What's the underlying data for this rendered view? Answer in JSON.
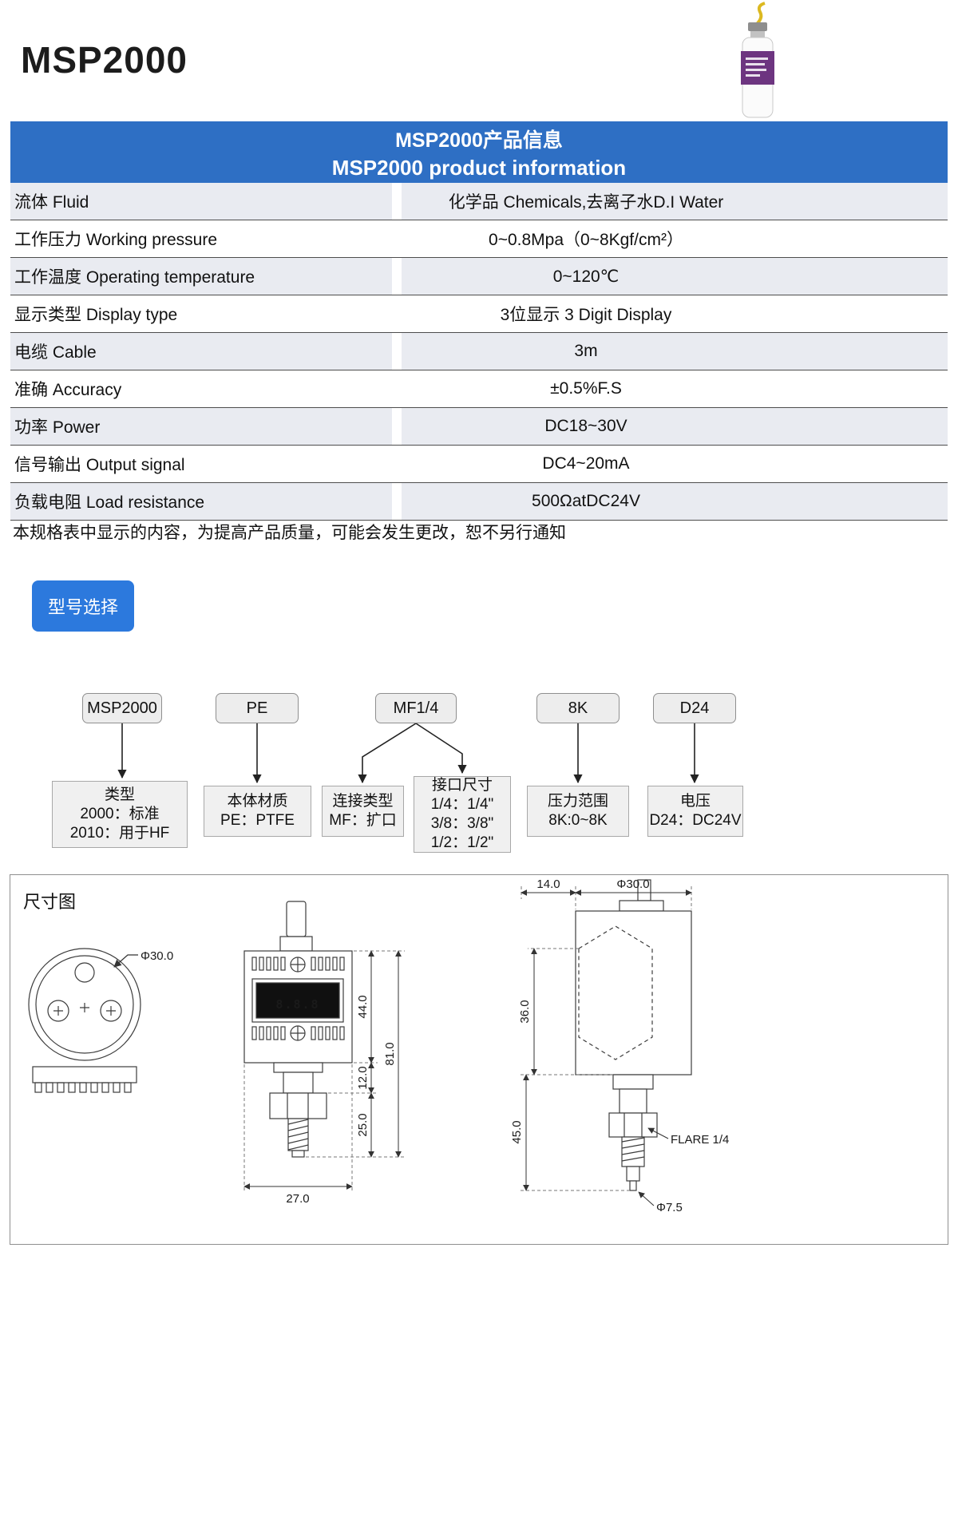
{
  "page": {
    "title": "MSP2000"
  },
  "header": {
    "line1": "MSP2000产品信息",
    "line2": "MSP2000 product information"
  },
  "spec_table": {
    "rows": [
      {
        "label": "流体 Fluid",
        "value": "化学品 Chemicals,去离子水D.I Water"
      },
      {
        "label": "工作压力 Working pressure",
        "value": "0~0.8Mpa（0~8Kgf/cm²）"
      },
      {
        "label": "工作温度 Operating temperature",
        "value": "0~120℃"
      },
      {
        "label": "显示类型 Display type",
        "value": "3位显示 3 Digit Display"
      },
      {
        "label": "电缆 Cable",
        "value": "3m"
      },
      {
        "label": "准确 Accuracy",
        "value": "±0.5%F.S"
      },
      {
        "label": "功率 Power",
        "value": "DC18~30V"
      },
      {
        "label": "信号输出 Output signal",
        "value": "DC4~20mA"
      },
      {
        "label": "负载电阻 Load resistance",
        "value": "500ΩatDC24V"
      }
    ]
  },
  "note": "本规格表中显示的内容，为提高产品质量，可能会发生更改，恕不另行通知",
  "model_button": "型号选择",
  "model_diagram": {
    "codes": [
      "MSP2000",
      "PE",
      "MF1/4",
      "8K",
      "D24"
    ],
    "descriptions": [
      {
        "lines": [
          "类型",
          "2000：标准",
          "2010：用于HF"
        ]
      },
      {
        "lines": [
          "本体材质",
          "PE：PTFE"
        ]
      },
      {
        "lines": [
          "连接类型",
          "MF：扩口"
        ]
      },
      {
        "lines": [
          "接口尺寸",
          "1/4：1/4\"",
          "3/8：3/8\"",
          "1/2：1/2\""
        ]
      },
      {
        "lines": [
          "压力范围",
          "8K:0~8K"
        ]
      },
      {
        "lines": [
          "电压",
          "D24：DC24V"
        ]
      }
    ]
  },
  "dimension": {
    "title": "尺寸图",
    "display_digits": "8.8.8",
    "labels": {
      "top_view_diameter": "Φ30.0",
      "front_height_upper": "44.0",
      "front_height_total": "81.0",
      "front_height_mid": "12.0",
      "front_height_lower": "25.0",
      "front_width": "27.0",
      "side_offset": "14.0",
      "side_diameter": "Φ30.0",
      "side_height_upper": "36.0",
      "side_height_lower": "45.0",
      "flare": "FLARE 1/4",
      "tip_diameter": "Φ7.5"
    }
  },
  "colors": {
    "header_bg": "#2e6fc4",
    "button_bg": "#2c79dd",
    "row_alt_bg": "#e9ebf1",
    "display_digit_color": "#ff3030",
    "label_purple": "#6d3580"
  }
}
